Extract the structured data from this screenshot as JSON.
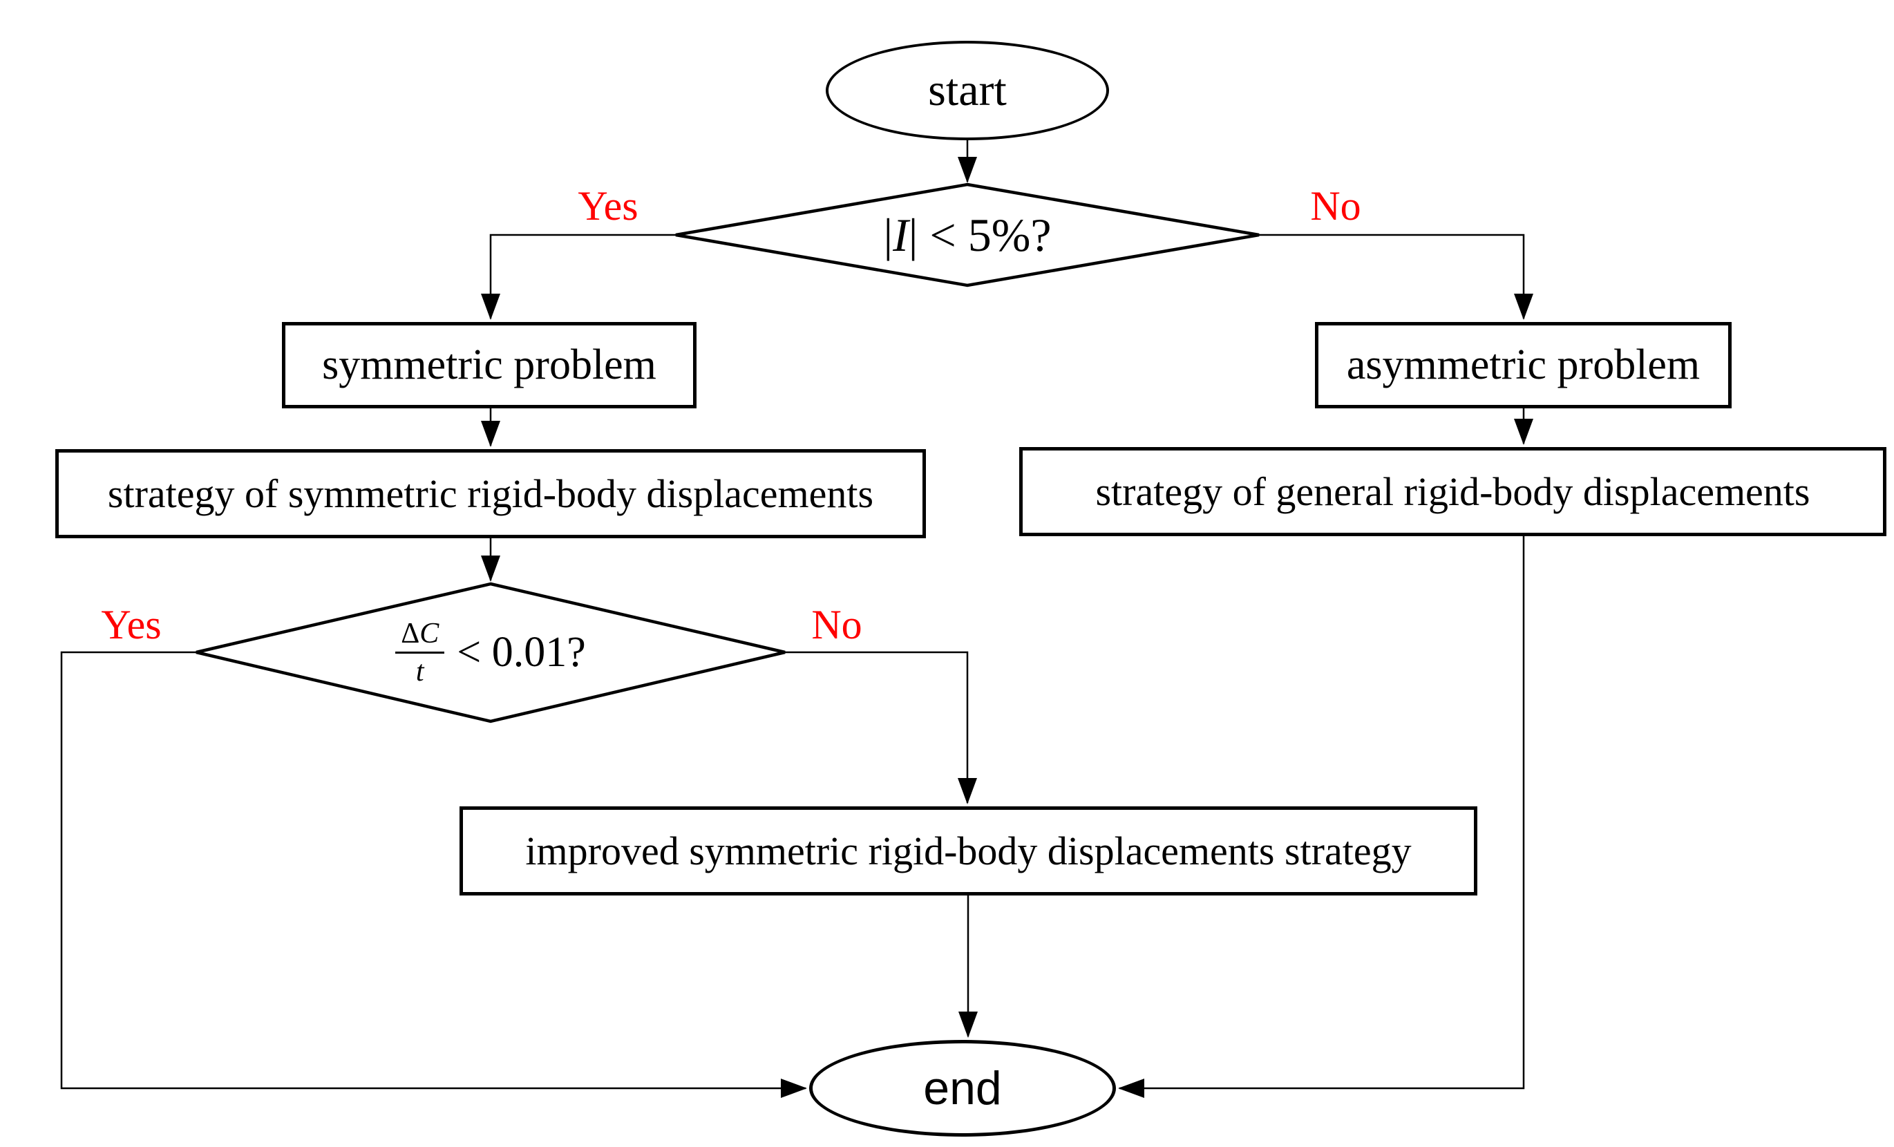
{
  "colors": {
    "background": "#ffffff",
    "line": "#000000",
    "branch_label": "#ff0000"
  },
  "nodes": {
    "start": {
      "label": "start"
    },
    "decision1": {
      "prefix": "|",
      "variable": "I",
      "suffix": "| < 5%?"
    },
    "box_symmetric": {
      "label": "symmetric problem"
    },
    "box_strategy_symmetric": {
      "label": "strategy of symmetric rigid-body displacements"
    },
    "decision2": {
      "delta": "Δ",
      "numerator_var": "C",
      "denominator": "t",
      "comparison": "< 0.01?"
    },
    "box_improved": {
      "label": "improved symmetric rigid-body displacements strategy"
    },
    "box_asymmetric": {
      "label": "asymmetric problem"
    },
    "box_strategy_general": {
      "label": "strategy of general rigid-body displacements"
    },
    "end": {
      "label": "end"
    }
  },
  "edge_labels": {
    "decision1_yes": "Yes",
    "decision1_no": "No",
    "decision2_yes": "Yes",
    "decision2_no": "No"
  }
}
